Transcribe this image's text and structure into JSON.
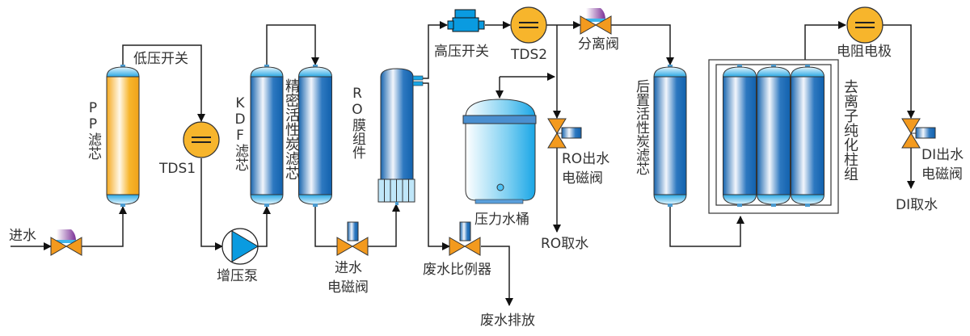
{
  "labels": {
    "inlet": "进水",
    "pp_filter": "PP滤芯",
    "low_pressure_switch": "低压开关",
    "tds1": "TDS1",
    "booster_pump": "增压泵",
    "kdf_filter": "KDF滤芯",
    "precision_carbon_filter": "精密活性炭滤芯",
    "inlet_solenoid_line1": "进水",
    "inlet_solenoid_line2": "电磁阀",
    "ro_membrane": "RO膜组件",
    "high_pressure_switch": "高压开关",
    "tds2": "TDS2",
    "separation_valve": "分离阀",
    "pressure_tank": "压力水桶",
    "ro_outlet_solenoid_line1": "RO出水",
    "ro_outlet_solenoid_line2": "电磁阀",
    "ro_water_tap": "RO取水",
    "waste_ratio_valve": "废水比例器",
    "waste_discharge": "废水排放",
    "post_carbon_filter": "后置活性炭滤芯",
    "di_column_group": "去离子纯化柱组",
    "resistivity_electrode": "电阻电极",
    "di_outlet_solenoid_line1": "DI出水",
    "di_outlet_solenoid_line2": "电磁阀",
    "di_water_tap": "DI取水"
  },
  "colors": {
    "line": "#222222",
    "valve": "#f39a1e",
    "sensor": "#f7b52c",
    "pp_body": "#f7b22f",
    "filter_body": "#1a6db5",
    "cap": "#3fb6ea",
    "pump": "#0a9be0",
    "solenoid": "#6f8fc8",
    "manual_cap": "#8a3fa0"
  }
}
